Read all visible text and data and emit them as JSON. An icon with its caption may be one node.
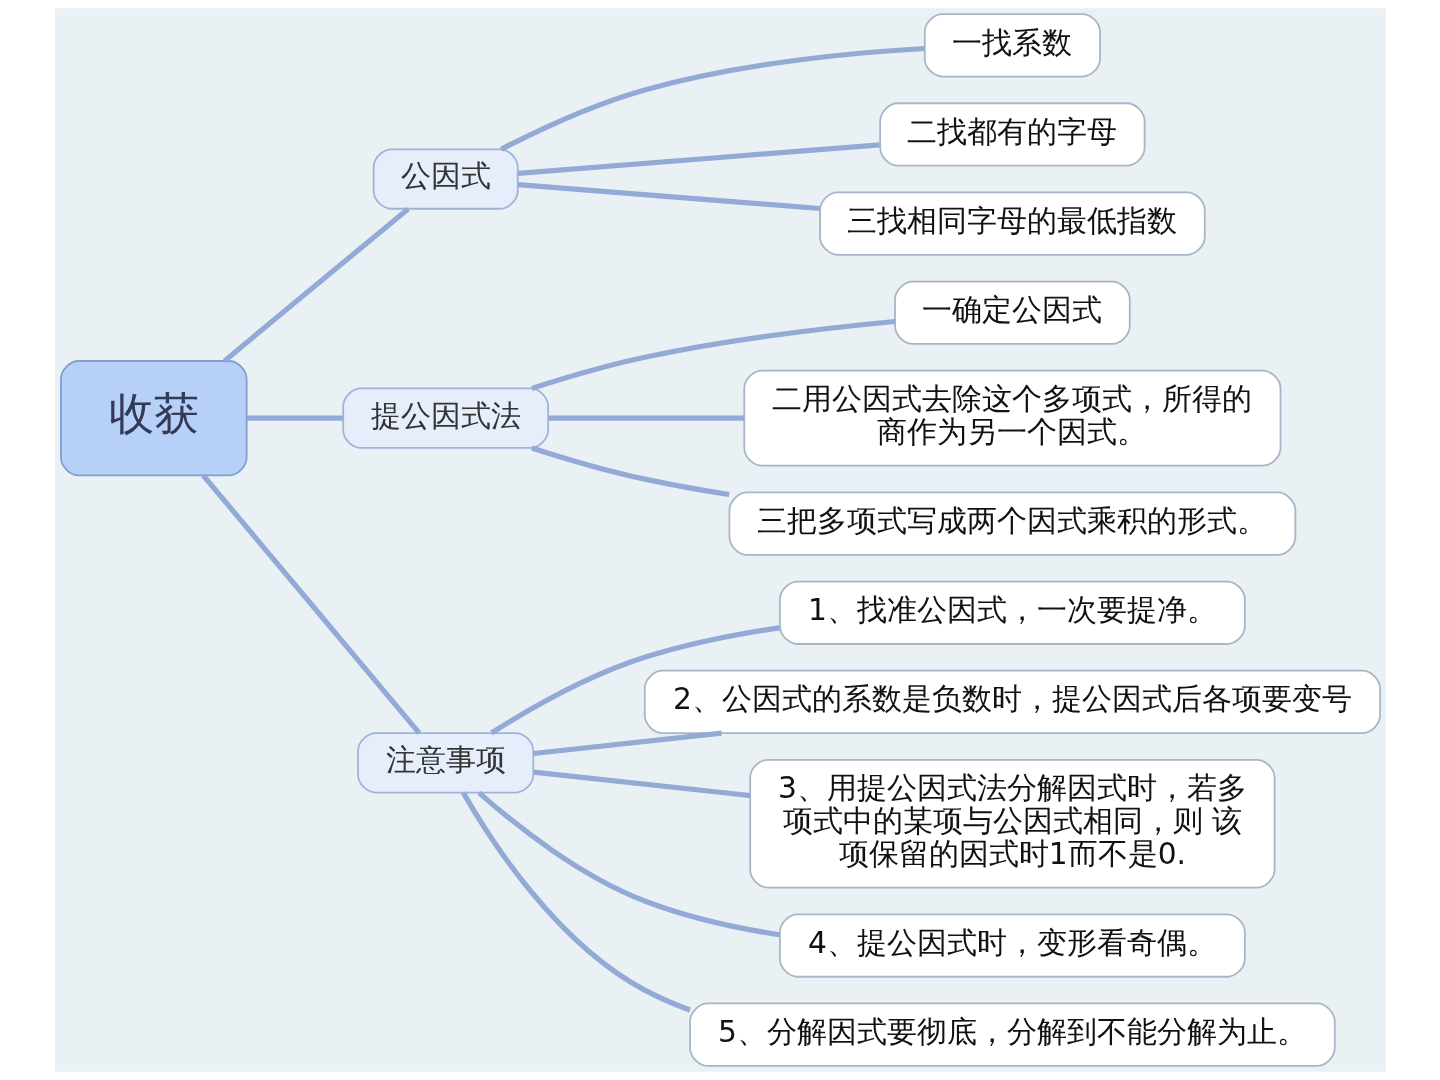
{
  "diagram": {
    "nodes": [
      {
        "text": [
          "收获"
        ]
      },
      {
        "text": [
          "公因式"
        ]
      },
      {
        "text": [
          "一找系数"
        ]
      },
      {
        "text": [
          "二找都有的字母"
        ]
      },
      {
        "text": [
          "三找相同字母的最低指数"
        ]
      },
      {
        "text": [
          "提公因式法"
        ]
      },
      {
        "text": [
          "一确定公因式"
        ]
      },
      {
        "text": [
          "二用公因式去除这个多项式，所得的商作为另一个因式。"
        ]
      },
      {
        "text": [
          "三把多项式写成两个因式乘积的形式。"
        ]
      },
      {
        "text": [
          "注意事项"
        ]
      },
      {
        "text": [
          "1、找准公因式，一次要提净。"
        ]
      },
      {
        "text": [
          "2、公因式的系数是负数时，提公因式后各项要变号"
        ]
      },
      {
        "text": [
          "3、用提公因式法分解因式时，若多项式中的某项与公因式相同，则 该项保留的因式时1而不是0."
        ]
      },
      {
        "text": [
          "4、提公因式时，变形看奇偶。"
        ]
      },
      {
        "text": [
          "5、分解因式要彻底，分解到不能分解为止。"
        ]
      }
    ],
    "edges": [
      {
        "from": 0,
        "to": 1,
        "arrow": "none"
      },
      {
        "from": 0,
        "to": 5,
        "arrow": "none"
      },
      {
        "from": 0,
        "to": 9,
        "arrow": "none"
      },
      {
        "from": 1,
        "to": 2,
        "arrow": "none"
      },
      {
        "from": 1,
        "to": 3,
        "arrow": "none"
      },
      {
        "from": 1,
        "to": 4,
        "arrow": "none"
      },
      {
        "from": 5,
        "to": 6,
        "arrow": "none"
      },
      {
        "from": 5,
        "to": 7,
        "arrow": "none"
      },
      {
        "from": 5,
        "to": 8,
        "arrow": "none"
      },
      {
        "from": 9,
        "to": 10,
        "arrow": "none"
      },
      {
        "from": 9,
        "to": 11,
        "arrow": "none"
      },
      {
        "from": 9,
        "to": 12,
        "arrow": "none"
      },
      {
        "from": 9,
        "to": 13,
        "arrow": "none"
      },
      {
        "from": 9,
        "to": 14,
        "arrow": "none"
      }
    ]
  }
}
